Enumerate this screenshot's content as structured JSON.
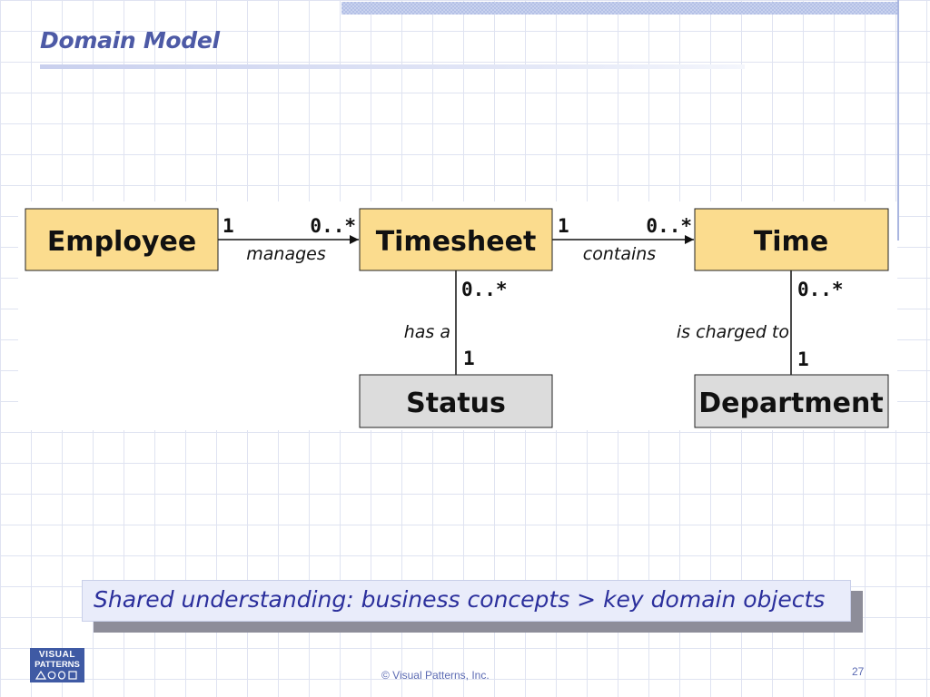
{
  "slide": {
    "title": "Domain Model",
    "callout": "Shared understanding: business concepts > key domain objects",
    "footer": "© Visual Patterns, Inc.",
    "page_number": "27"
  },
  "diagram": {
    "classes": {
      "employee": "Employee",
      "timesheet": "Timesheet",
      "time": "Time",
      "status": "Status",
      "department": "Department"
    },
    "associations": {
      "employee_timesheet": {
        "source_mult": "1",
        "target_mult": "0..*",
        "role": "manages"
      },
      "timesheet_time": {
        "source_mult": "1",
        "target_mult": "0..*",
        "role": "contains"
      },
      "timesheet_status": {
        "source_mult": "0..*",
        "target_mult": "1",
        "role": "has a"
      },
      "time_department": {
        "source_mult": "0..*",
        "target_mult": "1",
        "role": "is charged to"
      }
    }
  },
  "logo": {
    "line1": "VISUAL",
    "line2": "PATTERNS"
  },
  "colors": {
    "accent": "#4d5aa6",
    "class_fill": "#fbdc8e",
    "secondary_fill": "#dcdcdc",
    "callout_text": "#2b2f9c",
    "logo_bg": "#3f5aa4"
  }
}
